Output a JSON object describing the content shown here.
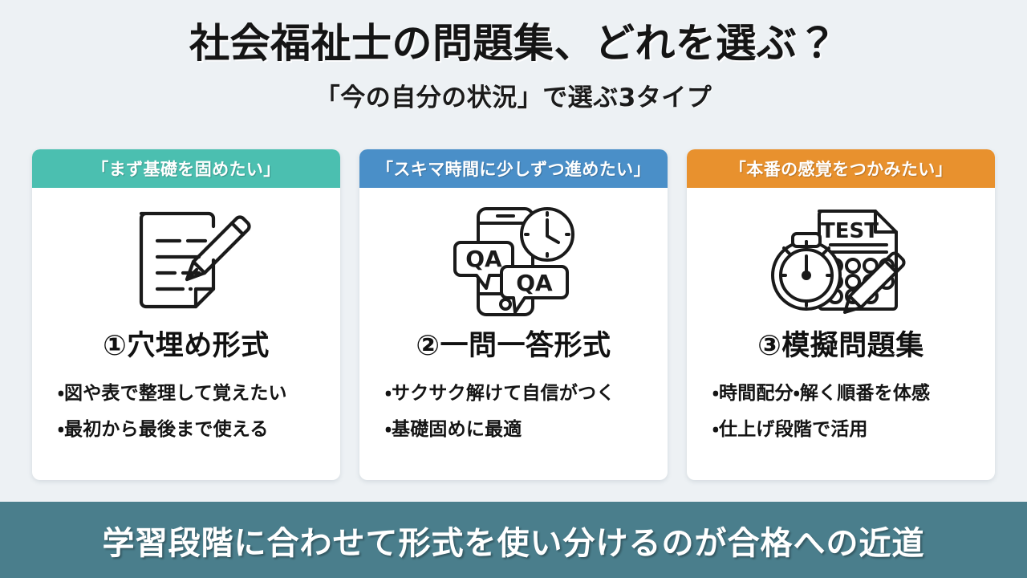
{
  "header": {
    "title": "社会福祉士の問題集、どれを選ぶ？",
    "subtitle": "「今の自分の状況」で選ぶ3タイプ"
  },
  "colors": {
    "background": "#edf1f4",
    "card_background": "#ffffff",
    "teal": "#4bbfb0",
    "blue": "#4a8fc8",
    "orange": "#e8912e",
    "banner": "#4a7e8c",
    "text": "#111111",
    "icon_stroke": "#1a1a1a"
  },
  "cards": [
    {
      "header": "「まず基礎を固めたい」",
      "header_color": "#4bbfb0",
      "icon": "document-pencil-icon",
      "title": "①穴埋め形式",
      "bullets": [
        "・図や表で整理して覚えたい",
        "・最初から最後まで使える"
      ]
    },
    {
      "header": "「スキマ時間に少しずつ進めたい」",
      "header_color": "#4a8fc8",
      "icon": "smartphone-qa-clock-icon",
      "title": "②一問一答形式",
      "bullets": [
        "・サクサク解けて自信がつく",
        "・基礎固めに最適"
      ]
    },
    {
      "header": "「本番の感覚をつかみたい」",
      "header_color": "#e8912e",
      "icon": "stopwatch-test-sheet-icon",
      "title": "③模擬問題集",
      "bullets": [
        "・時間配分・解く順番を体感",
        "・仕上げ段階で活用"
      ]
    }
  ],
  "icon_labels": {
    "qa_bubble_1": "QA",
    "qa_bubble_2": "QA",
    "test_sheet": "TEST"
  },
  "banner": {
    "text": "学習段階に合わせて形式を使い分けるのが合格への近道"
  }
}
